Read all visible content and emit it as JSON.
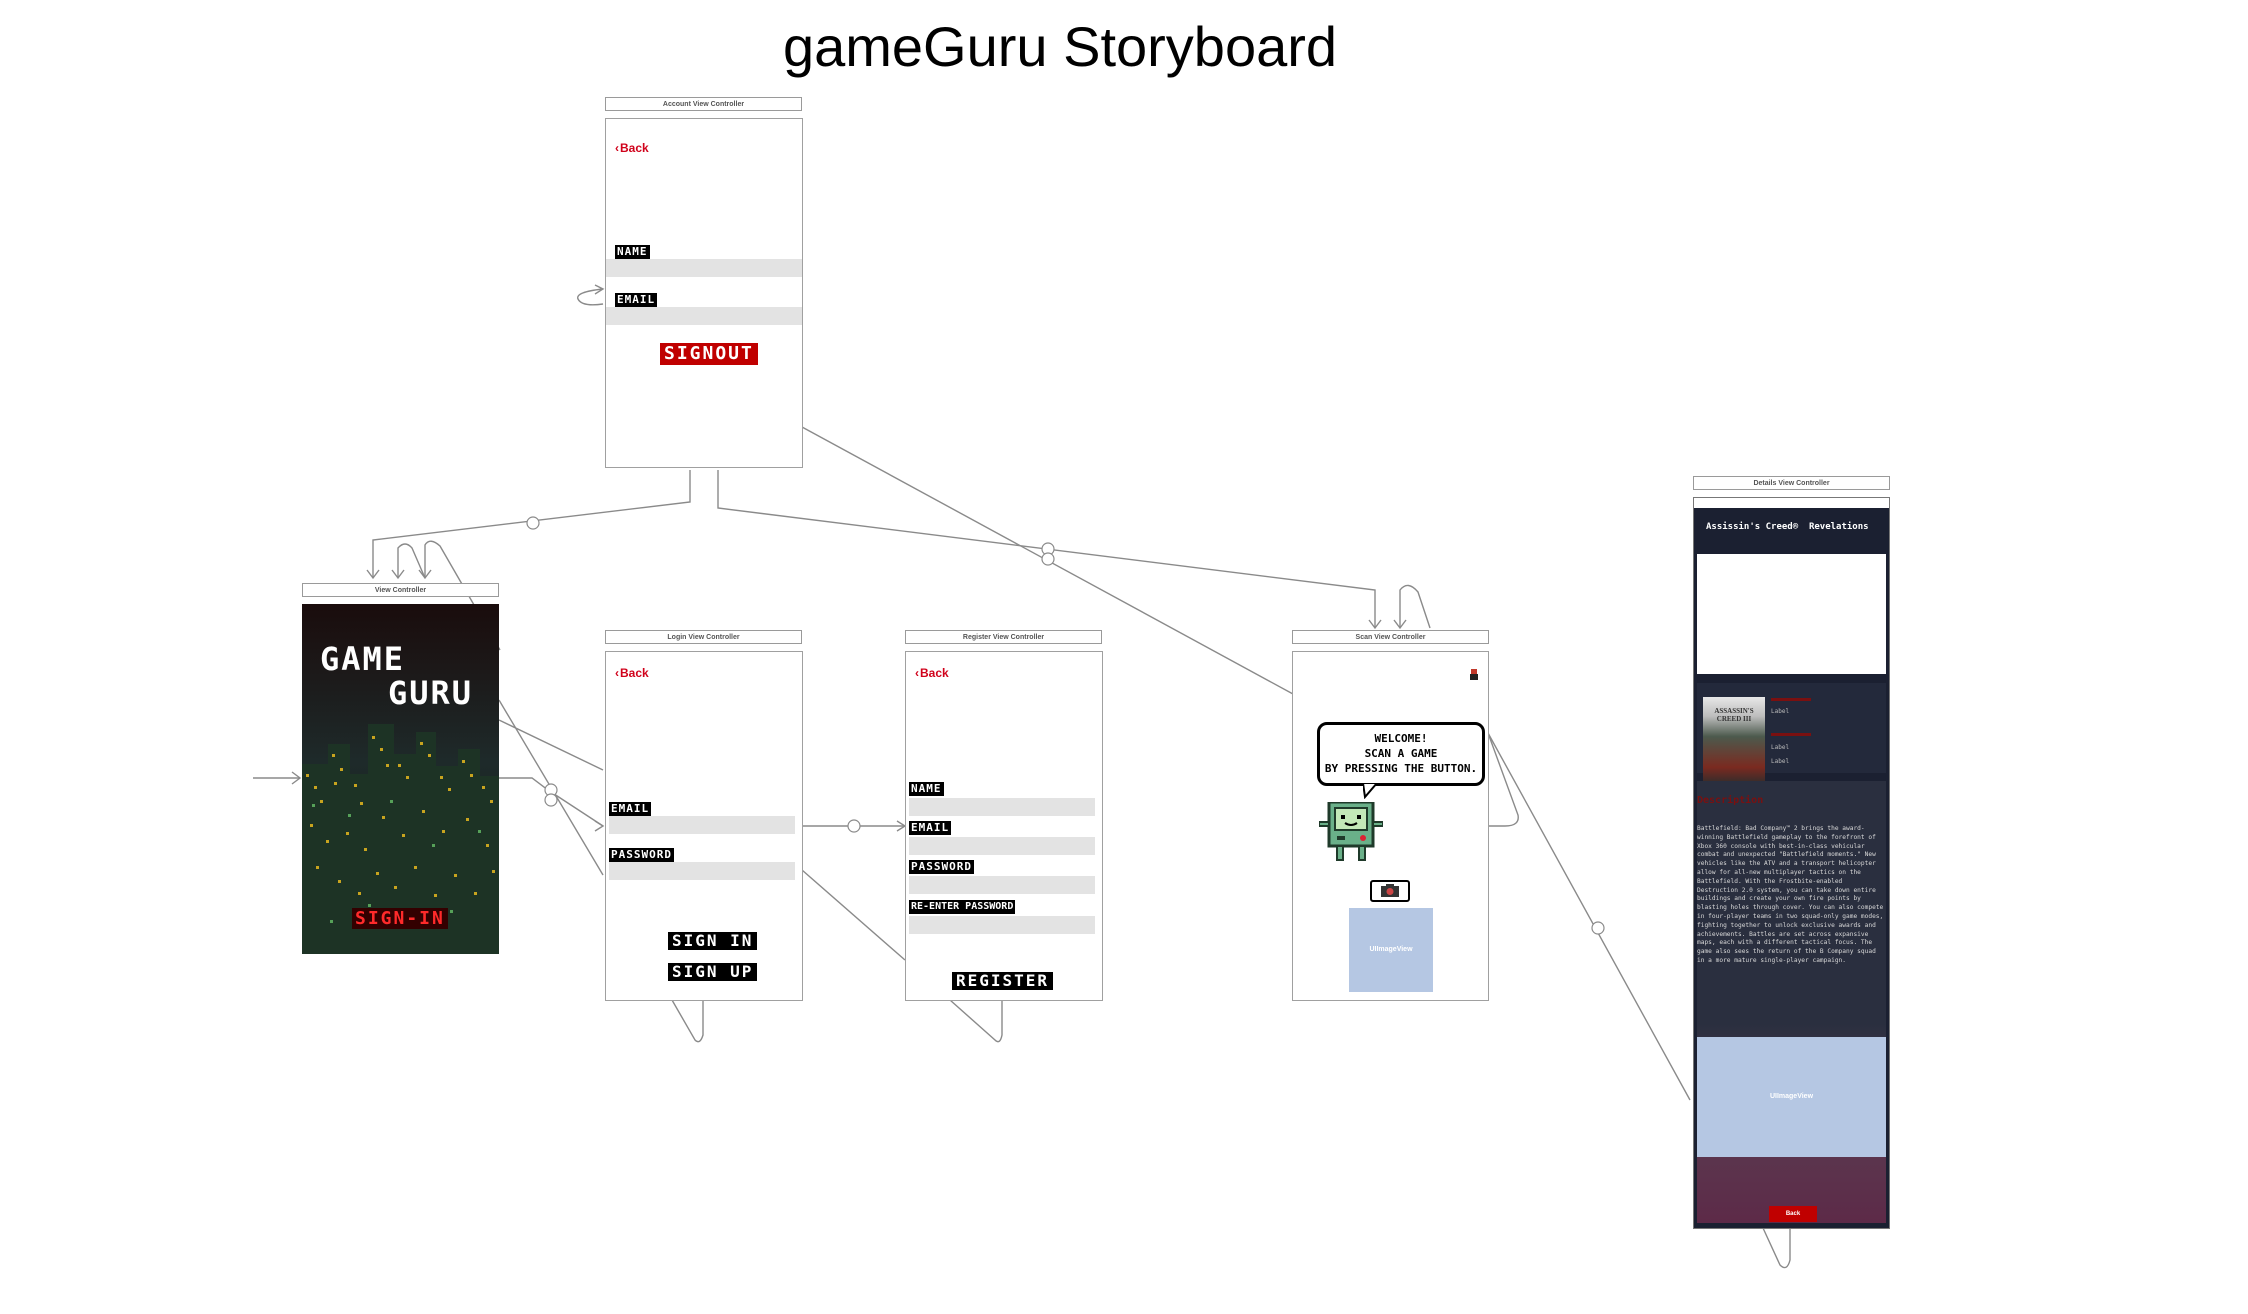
{
  "title": "gameGuru Storyboard",
  "controllers": {
    "account": {
      "header": "Account View Controller",
      "back": "Back",
      "name_label": "NAME",
      "email_label": "EMAIL",
      "signout": "SIGNOUT"
    },
    "main": {
      "header": "View Controller",
      "logo_line1": "GAME",
      "logo_line2": "GURU",
      "signin": "SIGN-IN"
    },
    "login": {
      "header": "Login View Controller",
      "back": "Back",
      "email_label": "EMAIL",
      "password_label": "PASSWORD",
      "signin": "SIGN IN",
      "signup": "SIGN UP"
    },
    "register": {
      "header": "Register View Controller",
      "back": "Back",
      "name_label": "NAME",
      "email_label": "EMAIL",
      "password_label": "PASSWORD",
      "reenter_label": "RE-ENTER PASSWORD",
      "register": "REGISTER"
    },
    "scan": {
      "header": "Scan View Controller",
      "bubble_line1": "WELCOME!",
      "bubble_line2": "SCAN A GAME",
      "bubble_line3": "BY PRESSING THE BUTTON.",
      "image_placeholder": "UIImageView"
    },
    "details": {
      "header": "Details View Controller",
      "game_title": "Assissin's Creed®  Revelations",
      "cover_text": "ASSASSIN'S CREED III",
      "field_labels": [
        "Label",
        "Label",
        "Label",
        "Label"
      ],
      "description_heading": "Description",
      "description": "Battlefield: Bad Company™ 2 brings the award-winning Battlefield gameplay to the forefront of Xbox 360 console with best-in-class vehicular combat and unexpected \"Battlefield moments.\" New vehicles like the ATV and a transport helicopter allow for all-new multiplayer tactics on the Battlefield. With the Frostbite-enabled Destruction 2.0 system, you can take down entire buildings and create your own fire points by blasting holes through cover. You can also compete in four-player teams in two squad-only game modes, fighting together to unlock exclusive awards and achievements. Battles are set across expansive maps, each with a different tactical focus. The game also sees the return of the B Company squad in a more mature single-player campaign.",
      "image_placeholder": "UIImageView",
      "back": "Back"
    }
  },
  "colors": {
    "accent_red": "#d0021b",
    "segue_line": "#8a8a8a",
    "placeholder_blue": "#b5c7e3",
    "details_bg": "#1b2031"
  }
}
